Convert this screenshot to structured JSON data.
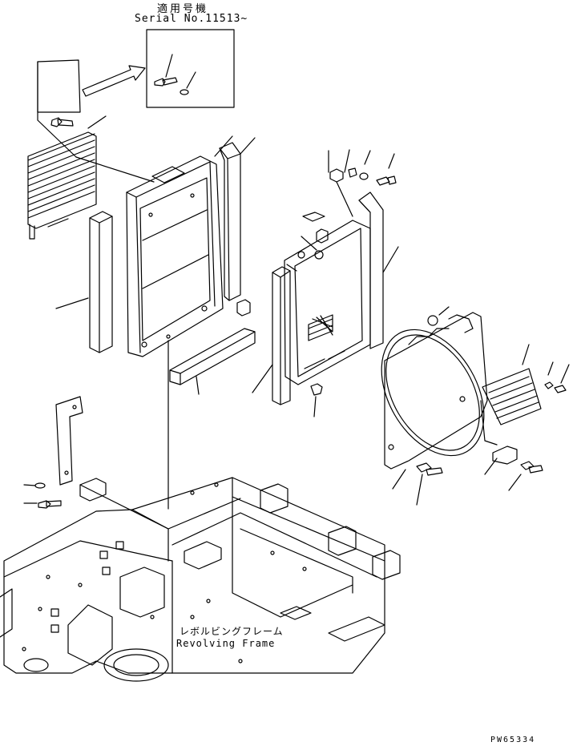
{
  "header": {
    "applicable_serial_jp": "適用号機",
    "applicable_serial_en": "Serial No.11513~"
  },
  "frame_label": {
    "jp": "レボルビングフレーム",
    "en": "Revolving Frame"
  },
  "drawing_code": "PW65334",
  "colors": {
    "line": "#000000",
    "background": "#ffffff"
  }
}
